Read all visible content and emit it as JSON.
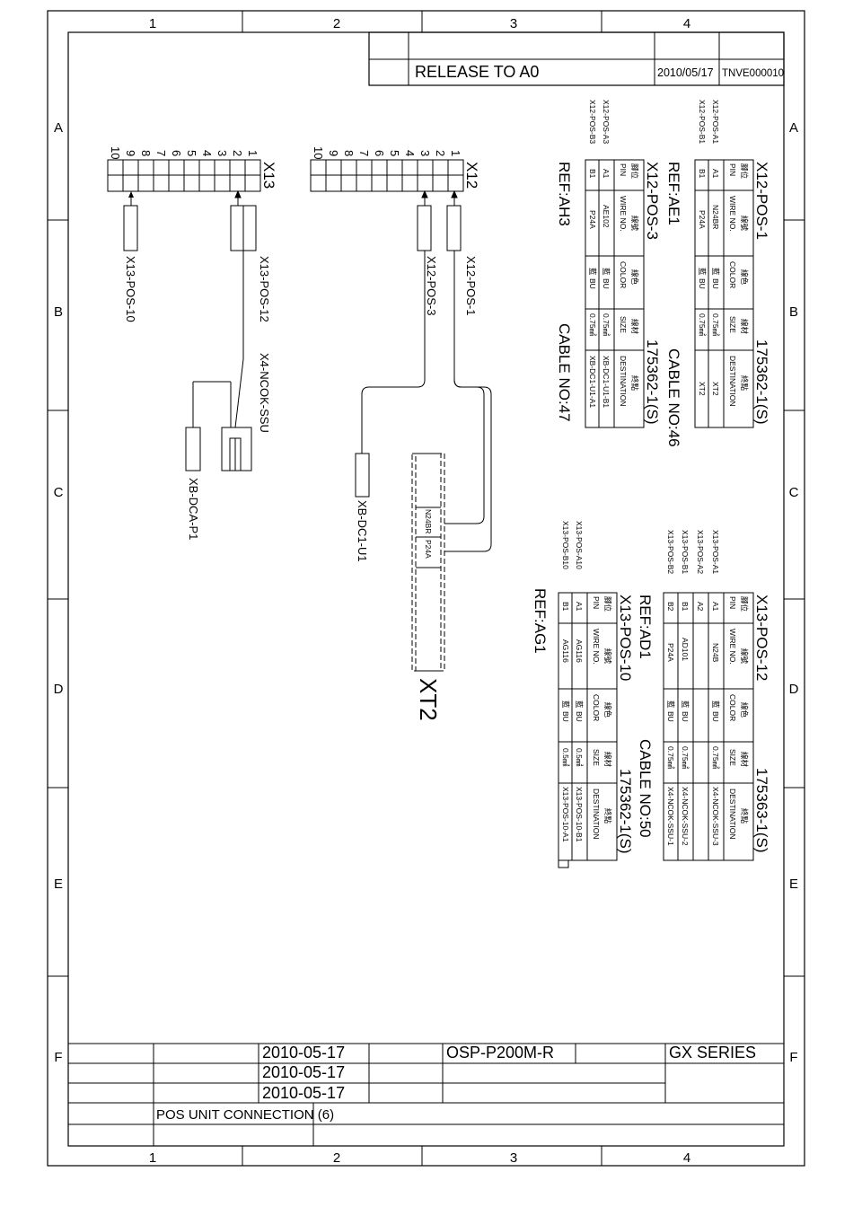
{
  "grid": {
    "columns": [
      "1",
      "2",
      "3",
      "4"
    ],
    "rows": [
      "A",
      "B",
      "C",
      "D",
      "E",
      "F"
    ]
  },
  "revision": {
    "text": "RELEASE TO A0",
    "date": "2010/05/17",
    "code": "TNVE000010"
  },
  "title_block": {
    "dates": [
      "2010-05-17",
      "2010-05-17",
      "2010-05-17"
    ],
    "model": "OSP-P200M-R",
    "series": "GX SERIES",
    "title": "POS UNIT CONNECTION (6)"
  },
  "connectors": {
    "x13": {
      "name": "X13",
      "pins": [
        "1",
        "2",
        "3",
        "4",
        "5",
        "6",
        "7",
        "8",
        "9",
        "10"
      ]
    },
    "x12": {
      "name": "X12",
      "pins": [
        "1",
        "2",
        "3",
        "4",
        "5",
        "6",
        "7",
        "8",
        "9",
        "10"
      ]
    }
  },
  "wires": {
    "x13_pos_10": "X13-POS-10",
    "x13_pos_12": "X13-POS-12",
    "x4_ncok": "X4-NCOK-SSU",
    "xb_dca": "XB-DCA-P1",
    "x12_pos_3": "X12-POS-3",
    "x12_pos_1": "X12-POS-1",
    "xb_dc1": "XB-DC1-U1",
    "xt2": "XT2",
    "xt2_n24br": "N24BR",
    "xt2_p24a": "P24A"
  },
  "headers": {
    "pin_cn": "腳位",
    "pin": "PIN",
    "wire_cn": "線號",
    "wire": "WIRE NO.",
    "color_cn": "線色",
    "color": "COLOR",
    "size_cn": "線材",
    "size": "SIZE",
    "dest_cn": "終點",
    "dest": "DESTINATION"
  },
  "tables": [
    {
      "title": "X12-POS-1",
      "part": "175362-1(S)",
      "ref": "REF:AE1",
      "cable": "CABLE NO:46",
      "rows": [
        {
          "label": "X12-POS-A1",
          "pin": "A1",
          "wire": "N24BR",
          "color_cn": "藍",
          "color": "BU",
          "size": "0.75㎟",
          "dest": "XT2"
        },
        {
          "label": "X12-POS-B1",
          "pin": "B1",
          "wire": "P24A",
          "color_cn": "藍",
          "color": "BU",
          "size": "0.75㎟",
          "dest": "XT2"
        }
      ]
    },
    {
      "title": "X12-POS-3",
      "part": "175362-1(S)",
      "ref": "REF:AH3",
      "cable": "CABLE NO:47",
      "rows": [
        {
          "label": "X12-POS-A3",
          "pin": "A1",
          "wire": "AE102",
          "color_cn": "藍",
          "color": "BU",
          "size": "0.75㎟",
          "dest": "XB-DC1-U1-B1"
        },
        {
          "label": "X12-POS-B3",
          "pin": "B1",
          "wire": "P24A",
          "color_cn": "藍",
          "color": "BU",
          "size": "0.75㎟",
          "dest": "XB-DC1-U1-A1"
        }
      ]
    },
    {
      "title": "X13-POS-12",
      "part": "175363-1(S)",
      "ref": "REF:AD1",
      "cable": "CABLE NO:50",
      "rows": [
        {
          "label": "X13-POS-A1",
          "pin": "A1",
          "wire": "N24B",
          "color_cn": "藍",
          "color": "BU",
          "size": "0.75㎟",
          "dest": "X4-NCOK-SSU-3"
        },
        {
          "label": "X13-POS-A2",
          "pin": "A2",
          "wire": "",
          "color_cn": "",
          "color": "",
          "size": "",
          "dest": ""
        },
        {
          "label": "X13-POS-B1",
          "pin": "B1",
          "wire": "AD101",
          "color_cn": "藍",
          "color": "BU",
          "size": "0.75㎟",
          "dest": "X4-NCOK-SSU-2"
        },
        {
          "label": "X13-POS-B2",
          "pin": "B2",
          "wire": "P24A",
          "color_cn": "藍",
          "color": "BU",
          "size": "0.75㎟",
          "dest": "X4-NCOK-SSU-1"
        }
      ]
    },
    {
      "title": "X13-POS-10",
      "part": "175362-1(S)",
      "ref": "REF:AG1",
      "cable": "",
      "rows": [
        {
          "label": "X13-POS-A10",
          "pin": "A1",
          "wire": "AG116",
          "color_cn": "藍",
          "color": "BU",
          "size": "0.5㎟",
          "dest": "X13-POS-10-B1"
        },
        {
          "label": "X13-POS-B10",
          "pin": "B1",
          "wire": "AG116",
          "color_cn": "藍",
          "color": "BU",
          "size": "0.5㎟",
          "dest": "X13-POS-10-A1"
        }
      ]
    }
  ]
}
